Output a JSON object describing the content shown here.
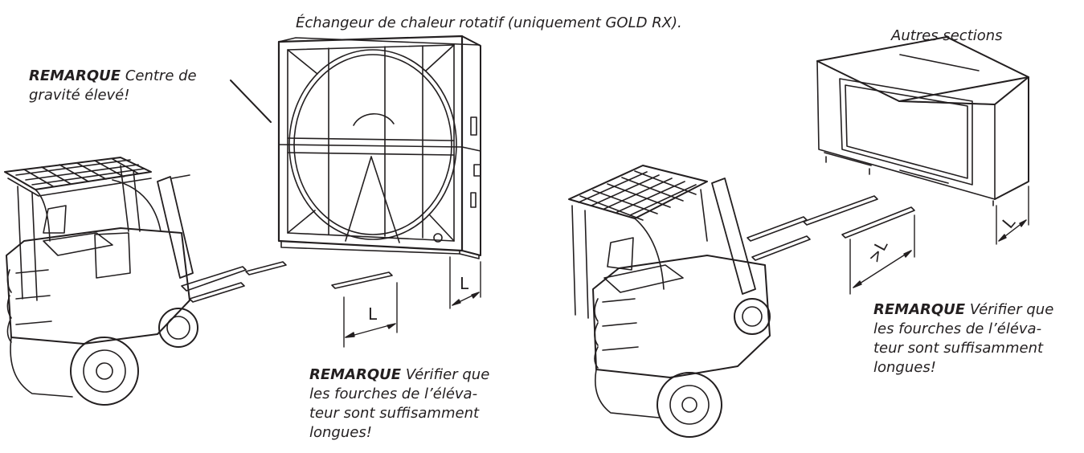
{
  "captions": {
    "rotary_exchanger": "Échangeur de chaleur rotatif (uniquement GOLD RX).",
    "other_sections": "Autres sections"
  },
  "notes": {
    "gravity": {
      "keyword": "REMARQUE",
      "text_line1": "Centre de",
      "text_line2": "gravité élevé!"
    },
    "forks_left": {
      "keyword": "REMARQUE",
      "line1": "Vérifier que",
      "line2": "les fourches de l’éléva-",
      "line3": "teur sont suffisamment",
      "line4": "longues!"
    },
    "forks_right": {
      "keyword": "REMARQUE",
      "line1": "Vérifier que",
      "line2": "les fourches de l’éléva-",
      "line3": "teur sont suffisamment",
      "line4": "longues!"
    }
  },
  "dimensions": {
    "fork_length_left": "L",
    "unit_depth_left": "L",
    "fork_length_right": ">L",
    "unit_depth_right": "L"
  }
}
